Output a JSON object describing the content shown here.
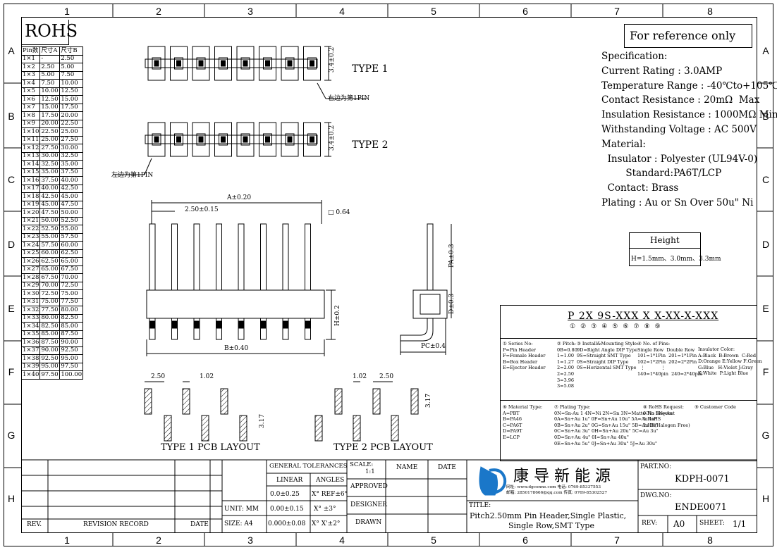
{
  "zones_top": [
    "1",
    "2",
    "3",
    "4",
    "5",
    "6",
    "7",
    "8"
  ],
  "zones_side": [
    "A",
    "B",
    "C",
    "D",
    "E",
    "F",
    "G",
    "H"
  ],
  "rohs": "ROHS",
  "reference_note": "For reference only",
  "pin_table": {
    "headers": [
      "Pin数",
      "尺寸A",
      "尺寸B"
    ],
    "rows": [
      [
        "1×1",
        "-",
        "2.50"
      ],
      [
        "1×2",
        "2.50",
        "5.00"
      ],
      [
        "1×3",
        "5.00",
        "7.50"
      ],
      [
        "1×4",
        "7.50",
        "10.00"
      ],
      [
        "1×5",
        "10.00",
        "12.50"
      ],
      [
        "1×6",
        "12.50",
        "15.00"
      ],
      [
        "1×7",
        "15.00",
        "17.50"
      ],
      [
        "1×8",
        "17.50",
        "20.00"
      ],
      [
        "1×9",
        "20.00",
        "22.50"
      ],
      [
        "1×10",
        "22.50",
        "25.00"
      ],
      [
        "1×11",
        "25.00",
        "27.50"
      ],
      [
        "1×12",
        "27.50",
        "30.00"
      ],
      [
        "1×13",
        "30.00",
        "32.50"
      ],
      [
        "1×14",
        "32.50",
        "35.00"
      ],
      [
        "1×15",
        "35.00",
        "37.50"
      ],
      [
        "1×16",
        "37.50",
        "40.00"
      ],
      [
        "1×17",
        "40.00",
        "42.50"
      ],
      [
        "1×18",
        "42.50",
        "45.00"
      ],
      [
        "1×19",
        "45.00",
        "47.50"
      ],
      [
        "1×20",
        "47.50",
        "50.00"
      ],
      [
        "1×21",
        "50.00",
        "52.50"
      ],
      [
        "1×22",
        "52.50",
        "55.00"
      ],
      [
        "1×23",
        "55.00",
        "57.50"
      ],
      [
        "1×24",
        "57.50",
        "60.00"
      ],
      [
        "1×25",
        "60.00",
        "62.50"
      ],
      [
        "1×26",
        "62.50",
        "65.00"
      ],
      [
        "1×27",
        "65.00",
        "67.50"
      ],
      [
        "1×28",
        "67.50",
        "70.00"
      ],
      [
        "1×29",
        "70.00",
        "72.50"
      ],
      [
        "1×30",
        "72.50",
        "75.00"
      ],
      [
        "1×31",
        "75.00",
        "77.50"
      ],
      [
        "1×32",
        "77.50",
        "80.00"
      ],
      [
        "1×33",
        "80.00",
        "82.50"
      ],
      [
        "1×34",
        "82.50",
        "85.00"
      ],
      [
        "1×35",
        "85.00",
        "87.50"
      ],
      [
        "1×36",
        "87.50",
        "90.00"
      ],
      [
        "1×37",
        "90.00",
        "92.50"
      ],
      [
        "1×38",
        "92.50",
        "95.00"
      ],
      [
        "1×39",
        "95.00",
        "97.50"
      ],
      [
        "1×40",
        "97.50",
        "100.00"
      ]
    ]
  },
  "drawing": {
    "type1": "TYPE 1",
    "type2": "TYPE 2",
    "dim_height": "3.4±0.2",
    "right_pin1": "右边为第1PIN",
    "left_pin1": "左边为第1PIN",
    "dim_a": "A±0.20",
    "dim_pitch": "2.50±0.15",
    "dim_square": "□ 0.64",
    "dim_b": "B±0.40",
    "dim_h": "H±0.2",
    "dim_pa": "PA±0.3",
    "dim_d": "D±0.3",
    "dim_pc": "PC±0.4",
    "pcb_250": "2.50",
    "pcb_102": "1.02",
    "pcb_317": "3.17",
    "pcb1_label": "TYPE 1 PCB LAYOUT",
    "pcb2_label": "TYPE 2 PCB LAYOUT"
  },
  "spec": {
    "lines": [
      "Specification:",
      "Current Rating : 3.0AMP",
      "Temperature Range : -40℃to+105℃",
      "Contact Resistance : 20mΩ  Max",
      "Insulation Resistance : 1000MΩ Min",
      "Withstanding Voltage : AC 500V",
      "Material:",
      "  Insulator : Polyester (UL94V-0)",
      "        Standard:PA6T/LCP",
      "  Contact: Brass",
      "Plating : Au or Sn Over 50u\" Ni"
    ]
  },
  "height_box": {
    "title": "Height",
    "value": "H=1.5mm、3.0mm、3.3mm"
  },
  "part_code": {
    "code": "P 2X 9S-XXX X X-XX-X-XXX",
    "markers": [
      "①",
      "②",
      "③",
      "④",
      "⑤",
      "⑥",
      "⑦",
      "⑧",
      "⑨"
    ],
    "series": [
      "① Series No:",
      "P=Pin Header",
      "F=Female Header",
      "B=Box Header",
      "E=Ejector Header"
    ],
    "pitch": [
      "② Pitch:",
      "0B=0.80",
      "1=1.00",
      "1=1.27",
      "2=2.00",
      "2=2.50",
      "3=3.96",
      "3=5.08"
    ],
    "install": [
      "③ Install&Mounting Style:",
      "9D=Right Angle DIP Type",
      "9S=Straight SMT Type",
      "0S=Straight DIP Type",
      "0S=Horizontal SMT Type"
    ],
    "pins": [
      "④ No. of Pins:",
      "Single Row  Double Row",
      "101=1*1Pin  201=1*1Pin",
      "102=1*2Pin  202=2*2Pin",
      "  ⋮           ⋮",
      "140=1*40pin  240=2*40pin"
    ],
    "color": [
      "Insulator Color:",
      "A:Black  B:Brown  C:Red",
      "D:Orange E:Yellow F:Green",
      "G:Blue   H:Violet J:Gray",
      "K:White  P:Light Blue"
    ],
    "material": [
      "⑥ Material Type:",
      "A=PBT",
      "B=PA46",
      "C=PA6T",
      "D=PA9T",
      "E=LCP"
    ],
    "plating": [
      "⑦ Plating Type:",
      "0N=Sn-Au 1 4N=Ni 2N=Sn 3N=Matte-Tin 5N=Au",
      "0A=Sn+Au 1u\" 0F=Sn+Au 10u\" 5A=Au 1u\"",
      "0B=Sn+Au 2u\" 0G=Sn+Au 15u\" 5B=Au 2u\"",
      "0C=Sn+Au 3u\" 0H=Sn+Au 20u\" 5C=Au 3u\"",
      "0D=Sn+Au 4u\" 0I=Sn+Au 40u\"",
      "0E=Sn+Au 5u\" 0J=Sn+Au 30u\" 5J=Au 30u\""
    ],
    "rohs": [
      "⑧ RoHS Request:",
      "0:No Request",
      "1:RoHS",
      "2:HF(Halogen Free)"
    ],
    "customer": [
      "⑨ Customer Code"
    ]
  },
  "title_block": {
    "general_tolerances": "GENERAL TOLERANCES",
    "linear": "LINEAR",
    "angles": "ANGLES",
    "lin1": "0.0±0.25",
    "ang1": "X° REF±6°",
    "lin2": "0.00±0.15",
    "ang2": "X° ±3°",
    "lin3": "0.000±0.08",
    "ang3": "X° X'±2°",
    "unit": "UNIT: MM",
    "size": "SIZE: A4",
    "scale_label": "SCALE:",
    "scale_value": "1:1",
    "approved": "APPROVED",
    "designer": "DESIGNER",
    "drawn": "DRAWN",
    "name": "NAME",
    "date": "DATE",
    "rev": "REV.",
    "revision_record": "REVISION RECORD",
    "date2": "DATE",
    "company": "康 导 新 能 源",
    "web": "网址: www.dgconne.com  电话: 0769-85337553",
    "mail": "邮箱: 2850178666@qq.com 传真: 0769-85302527",
    "title_label": "TITLE:",
    "title_text": "Pitch2.50mm Pin Header,Single Plastic,",
    "title_text2": "Single Row,SMT Type",
    "part_no_label": "PART.NO:",
    "part_no": "KDPH-0071",
    "dwg_no_label": "DWG.NO:",
    "dwg_no": "ENDE0071",
    "rev_label": "REV:",
    "rev_value": "A0",
    "sheet_label": "SHEET:",
    "sheet_value": "1/1"
  }
}
